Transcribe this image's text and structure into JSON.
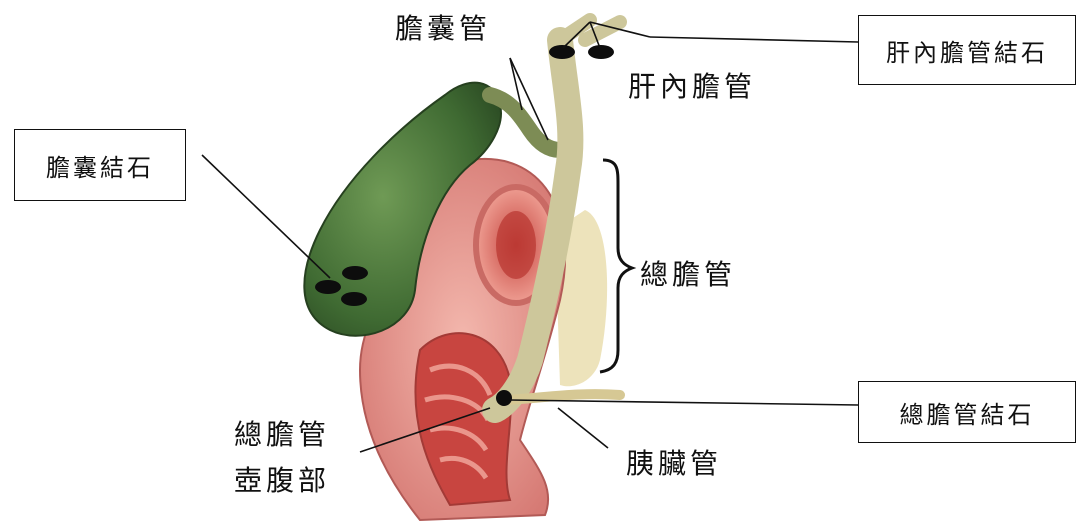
{
  "labels": {
    "cystic_duct": "膽囊管",
    "intrahepatic_duct": "肝內膽管",
    "common_bile_duct": "總膽管",
    "ampulla_line1": "總膽管",
    "ampulla_line2": "壺腹部",
    "pancreatic_duct": "胰臟管"
  },
  "callouts": {
    "gallbladder_stones": "膽囊結石",
    "intrahepatic_stones": "肝內膽管結石",
    "cbd_stone": "總膽管結石"
  },
  "colors": {
    "gallbladder": "#4f7a3e",
    "duct": "#c9c59a",
    "duodenum": "#e08a86",
    "stone": "#0d0d0d"
  }
}
